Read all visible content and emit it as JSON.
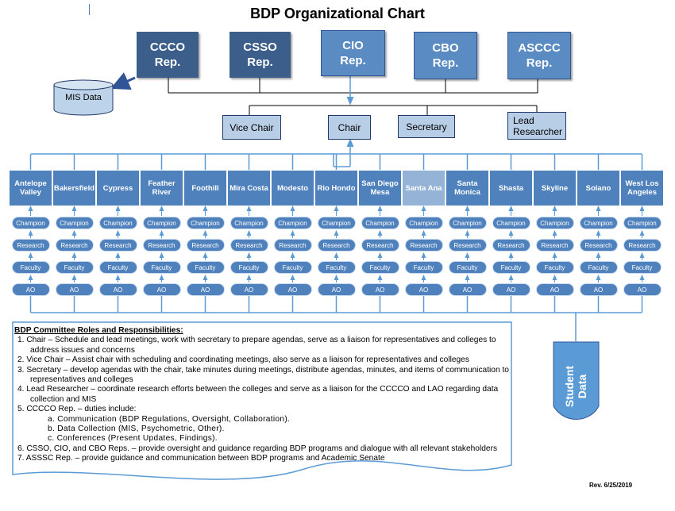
{
  "title": "BDP Organizational Chart",
  "reps": [
    {
      "label": "CCCO\nRep."
    },
    {
      "label": "CSSO\nRep."
    },
    {
      "label": "CIO\nRep."
    },
    {
      "label": "CBO\nRep."
    },
    {
      "label": "ASCCC\nRep."
    }
  ],
  "mis_label": "MIS Data",
  "roles_mid": [
    {
      "label": "Vice Chair"
    },
    {
      "label": "Chair"
    },
    {
      "label": "Secretary"
    },
    {
      "label": "Lead\nResearcher"
    }
  ],
  "colleges": [
    "Antelope\nValley",
    "Bakersfield",
    "Cypress",
    "Feather\nRiver",
    "Foothill",
    "Mira Costa",
    "Modesto",
    "Rio Hondo",
    "San Diego\nMesa",
    "Santa Ana",
    "Santa\nMonica",
    "Shasta",
    "Skyline",
    "Solano",
    "West Los\nAngeles"
  ],
  "member_roles": [
    "Champion",
    "Research",
    "Faculty",
    "AO"
  ],
  "student_data_label": "Student\nData",
  "responsibilities": {
    "heading": "BDP Committee Roles and Responsibilities:",
    "items": [
      "1.  Chair – Schedule and lead meetings, work with secretary to prepare agendas, serve as a liaison for representatives and colleges to address issues and concerns",
      "2.  Vice Chair – Assist chair with scheduling and coordinating meetings, also serve as a liaison for representatives and colleges",
      "3.  Secretary – develop agendas with the chair, take minutes during meetings, distribute agendas, minutes, and items of communication to representatives and colleges",
      "4.  Lead Researcher – coordinate research efforts between the colleges and serve as a liaison for the CCCCO and LAO regarding data collection and MIS",
      "5.  CCCCO Rep. – duties include:"
    ],
    "subitems": [
      "a.   Communication (BDP Regulations, Oversight, Collaboration).",
      "b.   Data Collection (MIS, Psychometric, Other).",
      "c.   Conferences (Present Updates, Findings)."
    ],
    "items_after": [
      "6.  CSSO, CIO, and CBO Reps. – provide oversight and guidance regarding BDP programs and dialogue with all relevant stakeholders",
      "7.  ASSSC Rep. – provide guidance and communication between BDP programs and Academic Senate"
    ]
  },
  "revision": "Rev. 6/25/2019",
  "colors": {
    "rep_dark": "#3b5f8a",
    "rep_light": "#5b8bc3",
    "college": "#4f81bd",
    "college_highlight": "#95b3d7",
    "pill": "#4f81bd",
    "line": "#5b9bd5",
    "mid_fill": "#b8cde6"
  }
}
